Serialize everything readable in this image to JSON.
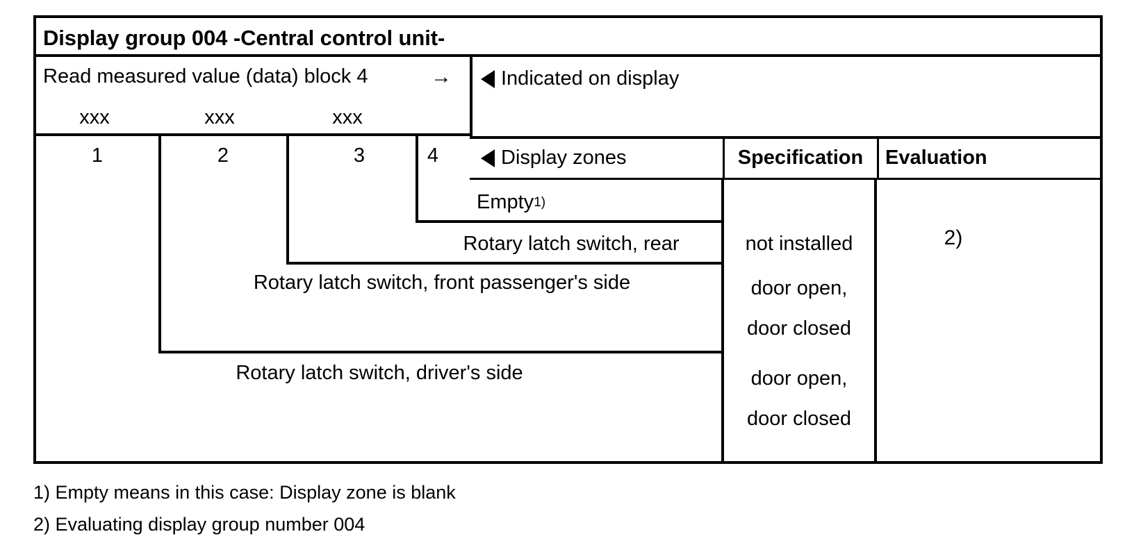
{
  "document": {
    "title": "Display group 004 -Central control unit-"
  },
  "header": {
    "read_block_label": "Read measured value (data) block 4",
    "arrow_icon": "right-arrow",
    "arrow_glyph": "→",
    "placeholders": [
      "xxx",
      "xxx",
      "xxx"
    ],
    "indicated_on_display": "Indicated on display",
    "display_zones": "Display zones",
    "marker_icon": "left-triangle-marker"
  },
  "columns": {
    "numbers": [
      "1",
      "2",
      "3",
      "4"
    ],
    "specification_header": "Specification",
    "evaluation_header": "Evaluation"
  },
  "rows": [
    {
      "zone": "4",
      "display_zone": "Empty",
      "display_zone_footnote": "1)",
      "specification": "",
      "specification_lines": []
    },
    {
      "zone": "3",
      "display_zone": "Rotary latch switch, rear",
      "display_zone_footnote": "",
      "specification": "not installed",
      "specification_lines": [
        "not installed"
      ]
    },
    {
      "zone": "2",
      "display_zone": "Rotary latch switch, front passenger's side",
      "display_zone_footnote": "",
      "specification": "door open, door closed",
      "specification_lines": [
        "door open,",
        "door closed"
      ]
    },
    {
      "zone": "1",
      "display_zone": "Rotary latch switch, driver's side",
      "display_zone_footnote": "",
      "specification": "door open, door closed",
      "specification_lines": [
        "door open,",
        "door closed"
      ]
    }
  ],
  "evaluation": {
    "value": "2)"
  },
  "footnotes": [
    "1) Empty means in this case: Display zone is blank",
    "2) Evaluating display group number 004"
  ],
  "colors": {
    "ink": "#000000",
    "paper": "#ffffff"
  }
}
